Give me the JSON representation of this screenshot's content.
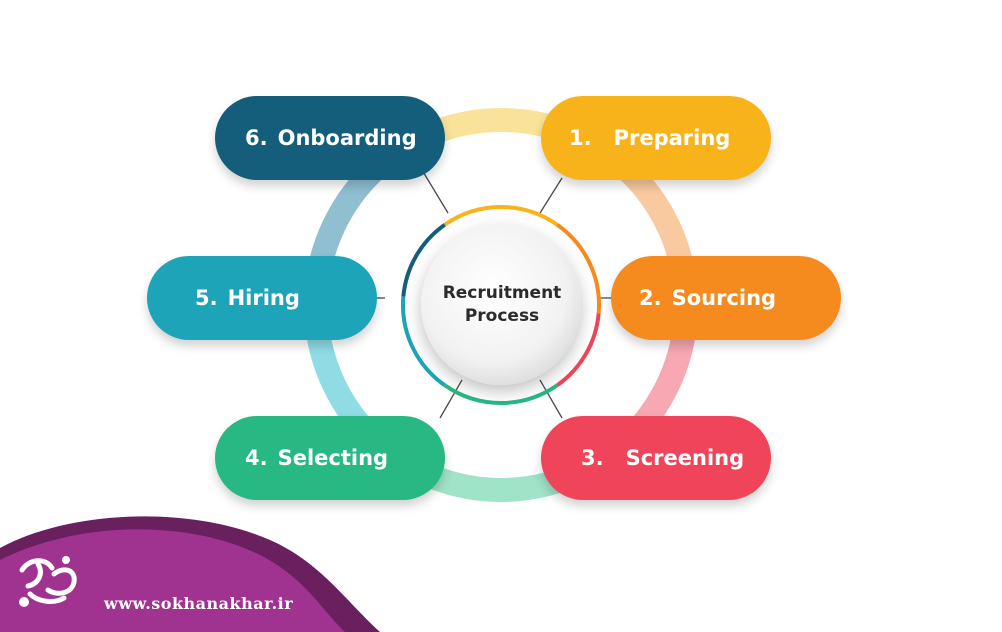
{
  "diagram": {
    "center": {
      "line1": "Recruitment",
      "line2": "Process"
    },
    "steps": [
      {
        "num": "1.",
        "label": "Preparing",
        "color": "#F8B31A"
      },
      {
        "num": "2.",
        "label": "Sourcing",
        "color": "#F58A1F"
      },
      {
        "num": "3.",
        "label": "Screening",
        "color": "#EF4459"
      },
      {
        "num": "4.",
        "label": "Selecting",
        "color": "#27B884"
      },
      {
        "num": "5.",
        "label": "Hiring",
        "color": "#1DA4B8"
      },
      {
        "num": "6.",
        "label": "Onboarding",
        "color": "#145E7C"
      }
    ],
    "ring_colors": {
      "top": "#F9E29A",
      "right_upper": "#F9C9A0",
      "right_lower": "#F7A8B2",
      "bottom": "#9FE3C8",
      "left_lower": "#8FDCE4",
      "left_upper": "#8FBFD0"
    },
    "inner_ring_colors": {
      "top": "#F8B31A",
      "right": "#F58A1F",
      "right_lower": "#EF4459",
      "bottom": "#27B884",
      "left": "#1DA4B8",
      "left_upper": "#145E7C"
    }
  },
  "footer": {
    "url": "www.sokhanakhar.ir",
    "band_color": "#A0338F",
    "band_shadow": "#6A1F5E"
  }
}
